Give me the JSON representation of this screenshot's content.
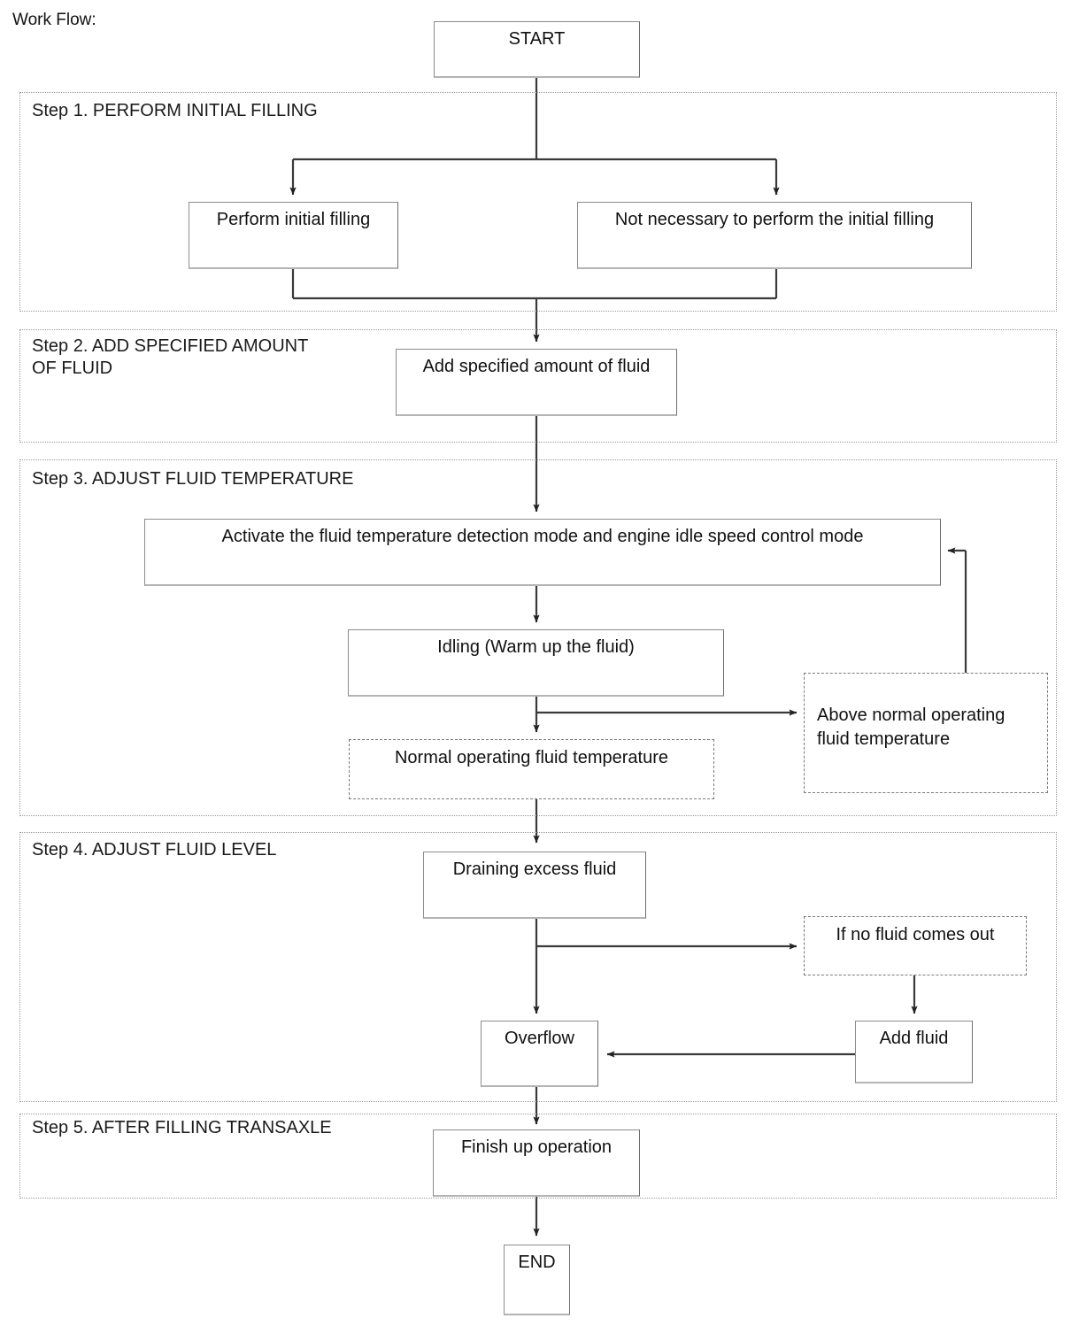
{
  "page": {
    "title": "Work Flow:"
  },
  "colors": {
    "box_border": "#8c8c8c",
    "dashed_border": "#7a7a7a",
    "container_border": "#9a9a9a",
    "line": "#3a3a3a",
    "text": "#111111",
    "background": "#ffffff"
  },
  "terminals": {
    "start": "START",
    "end": "END"
  },
  "steps": [
    {
      "id": "step1",
      "label": "Step 1. PERFORM INITIAL FILLING",
      "nodes": [
        {
          "id": "perform-initial-filling",
          "text": "Perform initial filling",
          "shape": "process"
        },
        {
          "id": "not-necessary-initial-filling",
          "text": "Not necessary to perform the initial filling",
          "shape": "process"
        }
      ]
    },
    {
      "id": "step2",
      "label": "Step 2. ADD SPECIFIED AMOUNT\nOF FLUID",
      "nodes": [
        {
          "id": "add-specified-amount-of-fluid",
          "text": "Add specified amount of fluid",
          "shape": "process"
        }
      ]
    },
    {
      "id": "step3",
      "label": "Step 3. ADJUST FLUID TEMPERATURE",
      "nodes": [
        {
          "id": "activate-detection-mode",
          "text": "Activate the fluid temperature detection mode and engine idle speed control mode",
          "shape": "process"
        },
        {
          "id": "idling-warm-up",
          "text": "Idling (Warm up the fluid)",
          "shape": "process"
        },
        {
          "id": "normal-operating-fluid-temperature",
          "text": "Normal operating fluid temperature",
          "shape": "annotation"
        },
        {
          "id": "above-normal-operating-fluid-temperature",
          "text": "Above normal operating\nfluid temperature",
          "shape": "annotation"
        }
      ]
    },
    {
      "id": "step4",
      "label": "Step 4. ADJUST FLUID LEVEL",
      "nodes": [
        {
          "id": "draining-excess-fluid",
          "text": "Draining excess fluid",
          "shape": "process"
        },
        {
          "id": "if-no-fluid-comes-out",
          "text": "If no fluid comes out",
          "shape": "annotation"
        },
        {
          "id": "overflow",
          "text": "Overflow",
          "shape": "process"
        },
        {
          "id": "add-fluid",
          "text": "Add fluid",
          "shape": "process"
        }
      ]
    },
    {
      "id": "step5",
      "label": "Step 5. AFTER FILLING TRANSAXLE",
      "nodes": [
        {
          "id": "finish-up-operation",
          "text": "Finish up operation",
          "shape": "process"
        }
      ]
    }
  ],
  "chart_data": {
    "type": "diagram",
    "title": "Work Flow:",
    "diagram_kind": "flowchart",
    "orientation": "top-to-bottom",
    "nodes": [
      {
        "id": "start",
        "label": "START",
        "style": "solid"
      },
      {
        "id": "perform-initial-filling",
        "label": "Perform initial filling",
        "style": "solid"
      },
      {
        "id": "not-necessary-initial-filling",
        "label": "Not necessary to perform the initial filling",
        "style": "solid"
      },
      {
        "id": "add-specified-amount-of-fluid",
        "label": "Add specified amount of fluid",
        "style": "solid"
      },
      {
        "id": "activate-detection-mode",
        "label": "Activate the fluid temperature detection mode and engine idle speed control mode",
        "style": "solid"
      },
      {
        "id": "idling-warm-up",
        "label": "Idling (Warm up the fluid)",
        "style": "solid"
      },
      {
        "id": "normal-operating-fluid-temperature",
        "label": "Normal operating fluid temperature",
        "style": "dashed"
      },
      {
        "id": "above-normal-operating-fluid-temperature",
        "label": "Above normal operating fluid temperature",
        "style": "dashed"
      },
      {
        "id": "draining-excess-fluid",
        "label": "Draining excess fluid",
        "style": "solid"
      },
      {
        "id": "if-no-fluid-comes-out",
        "label": "If no fluid comes out",
        "style": "dashed"
      },
      {
        "id": "overflow",
        "label": "Overflow",
        "style": "solid"
      },
      {
        "id": "add-fluid",
        "label": "Add fluid",
        "style": "solid"
      },
      {
        "id": "finish-up-operation",
        "label": "Finish up operation",
        "style": "solid"
      },
      {
        "id": "end",
        "label": "END",
        "style": "solid"
      }
    ],
    "edges": [
      {
        "from": "start",
        "to": "perform-initial-filling"
      },
      {
        "from": "start",
        "to": "not-necessary-initial-filling"
      },
      {
        "from": "perform-initial-filling",
        "to": "add-specified-amount-of-fluid"
      },
      {
        "from": "not-necessary-initial-filling",
        "to": "add-specified-amount-of-fluid"
      },
      {
        "from": "add-specified-amount-of-fluid",
        "to": "activate-detection-mode"
      },
      {
        "from": "activate-detection-mode",
        "to": "idling-warm-up"
      },
      {
        "from": "idling-warm-up",
        "to": "normal-operating-fluid-temperature"
      },
      {
        "from": "idling-warm-up",
        "to": "above-normal-operating-fluid-temperature"
      },
      {
        "from": "above-normal-operating-fluid-temperature",
        "to": "activate-detection-mode"
      },
      {
        "from": "normal-operating-fluid-temperature",
        "to": "draining-excess-fluid"
      },
      {
        "from": "draining-excess-fluid",
        "to": "if-no-fluid-comes-out"
      },
      {
        "from": "draining-excess-fluid",
        "to": "overflow"
      },
      {
        "from": "if-no-fluid-comes-out",
        "to": "add-fluid"
      },
      {
        "from": "add-fluid",
        "to": "overflow"
      },
      {
        "from": "overflow",
        "to": "finish-up-operation"
      },
      {
        "from": "finish-up-operation",
        "to": "end"
      }
    ],
    "groups": [
      {
        "id": "step1",
        "label": "Step 1. PERFORM INITIAL FILLING",
        "members": [
          "perform-initial-filling",
          "not-necessary-initial-filling"
        ]
      },
      {
        "id": "step2",
        "label": "Step 2. ADD SPECIFIED AMOUNT OF FLUID",
        "members": [
          "add-specified-amount-of-fluid"
        ]
      },
      {
        "id": "step3",
        "label": "Step 3. ADJUST FLUID TEMPERATURE",
        "members": [
          "activate-detection-mode",
          "idling-warm-up",
          "normal-operating-fluid-temperature",
          "above-normal-operating-fluid-temperature"
        ]
      },
      {
        "id": "step4",
        "label": "Step 4. ADJUST FLUID LEVEL",
        "members": [
          "draining-excess-fluid",
          "if-no-fluid-comes-out",
          "overflow",
          "add-fluid"
        ]
      },
      {
        "id": "step5",
        "label": "Step 5. AFTER FILLING TRANSAXLE",
        "members": [
          "finish-up-operation"
        ]
      }
    ]
  }
}
